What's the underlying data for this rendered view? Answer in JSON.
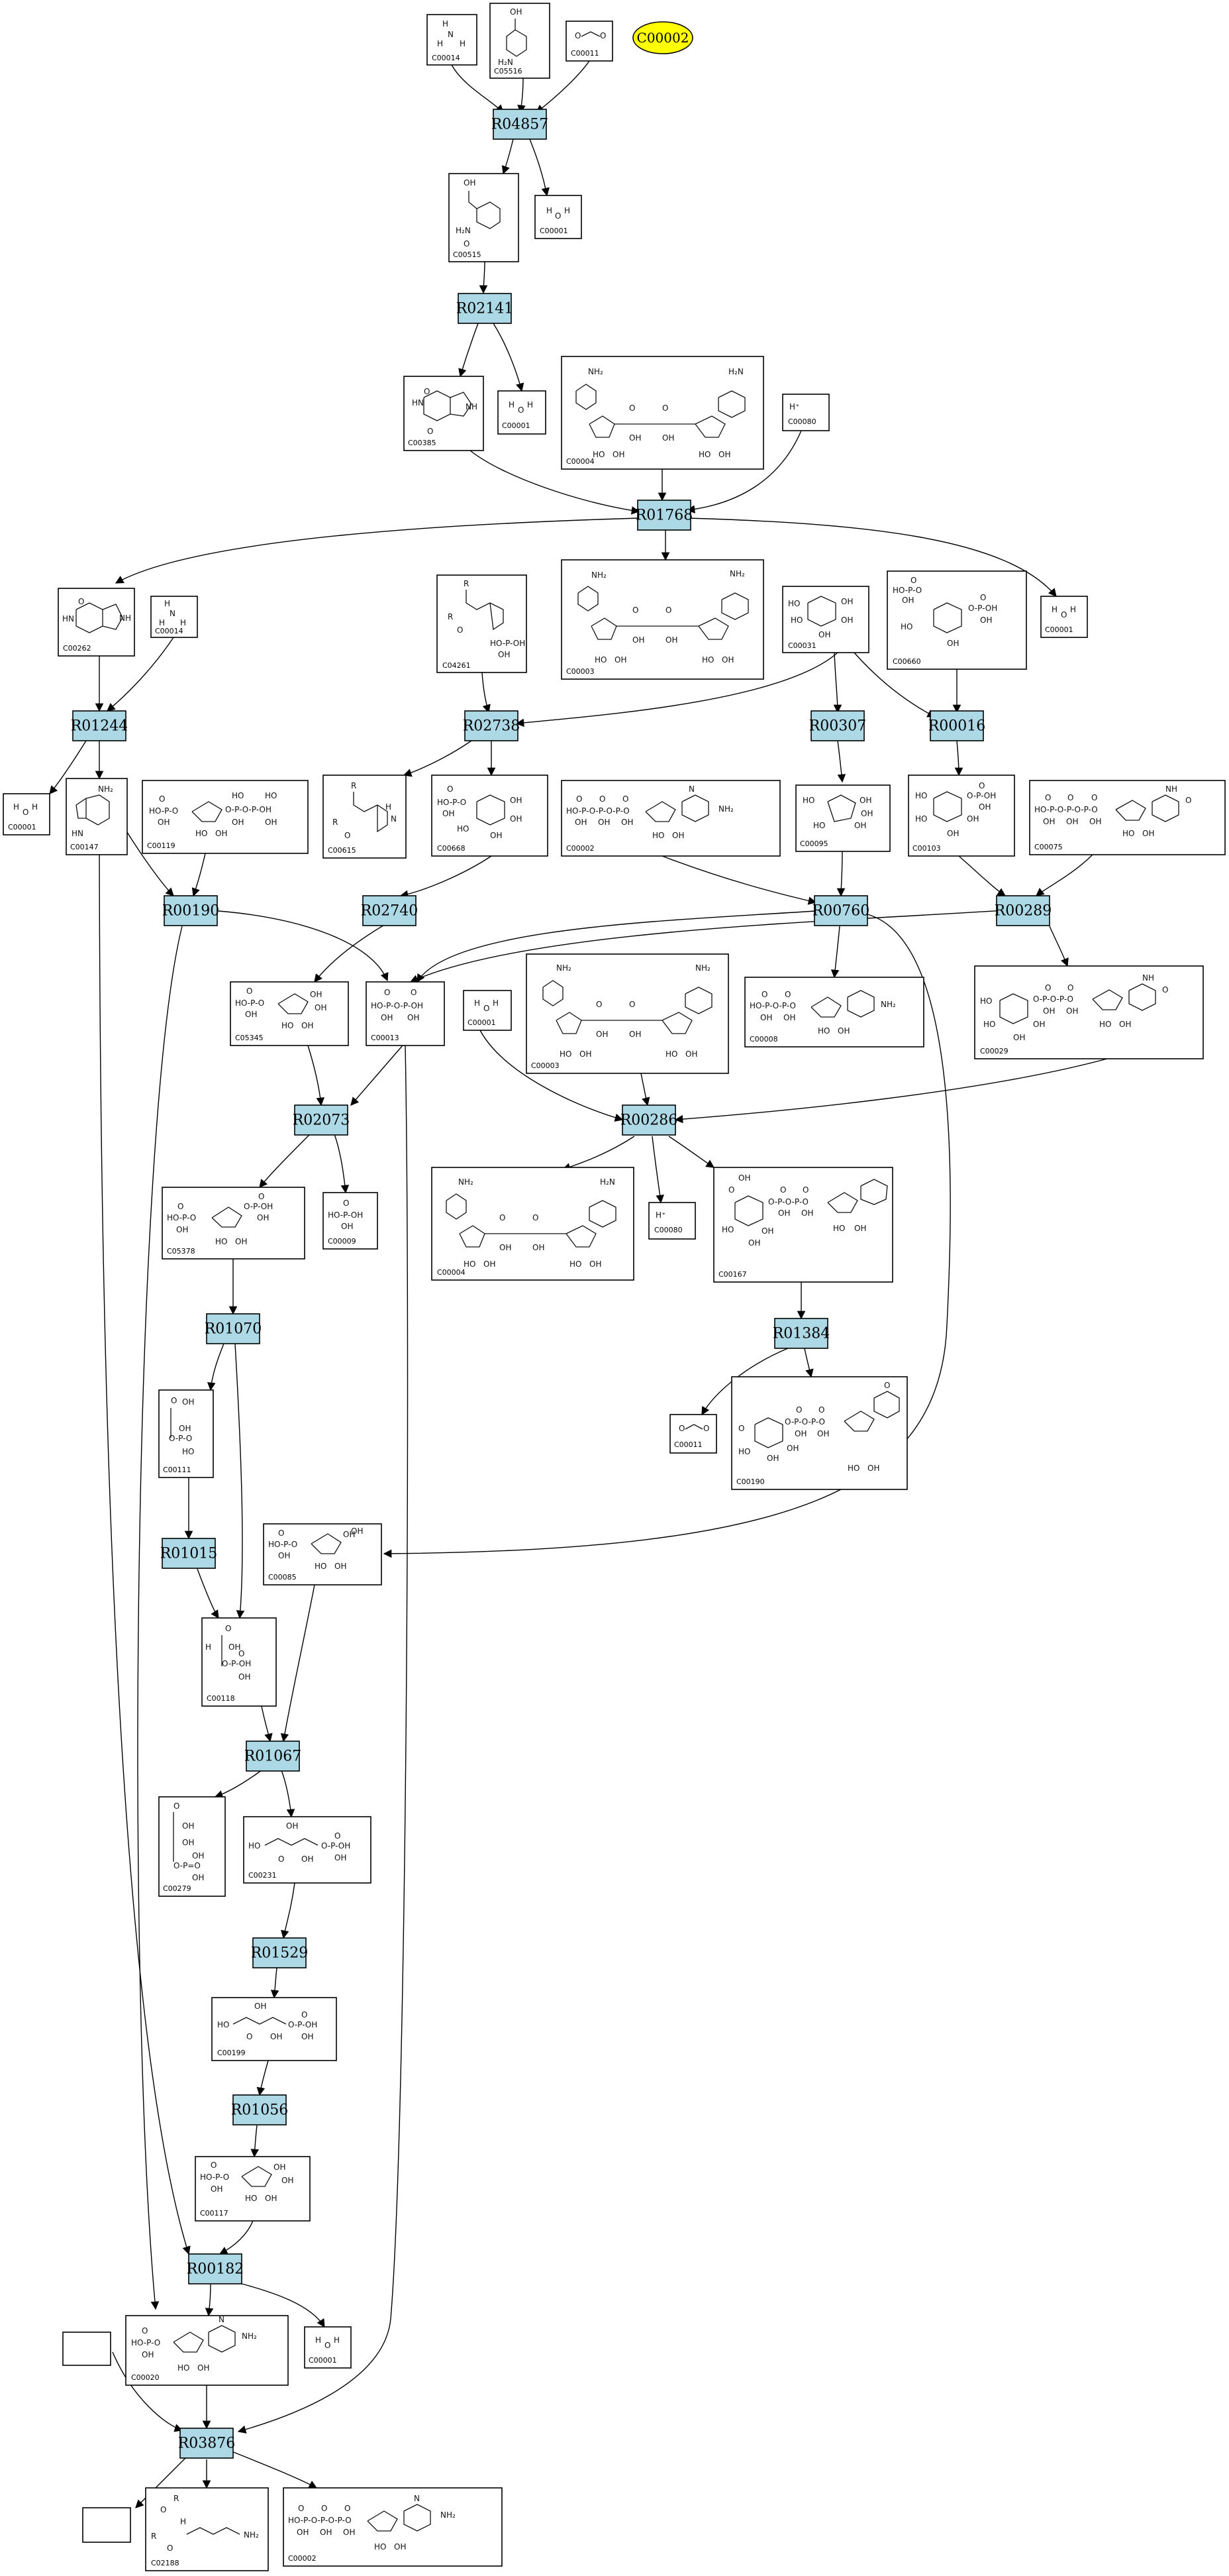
{
  "highlight_color": "#ffff00",
  "reaction_color": "#add8e6",
  "special_node": {
    "id": "sp1",
    "label": "C00002"
  },
  "reactions": [
    {
      "id": "r1",
      "label": "R04857"
    },
    {
      "id": "r2",
      "label": "R02141"
    },
    {
      "id": "r3",
      "label": "R01768"
    },
    {
      "id": "r4",
      "label": "R01244"
    },
    {
      "id": "r5",
      "label": "R02738"
    },
    {
      "id": "r6",
      "label": "R00307"
    },
    {
      "id": "r7",
      "label": "R00016"
    },
    {
      "id": "r8",
      "label": "R00190"
    },
    {
      "id": "r9",
      "label": "R02740"
    },
    {
      "id": "r10",
      "label": "R00760"
    },
    {
      "id": "r11",
      "label": "R00289"
    },
    {
      "id": "r12",
      "label": "R02073"
    },
    {
      "id": "r13",
      "label": "R00286"
    },
    {
      "id": "r14",
      "label": "R01070"
    },
    {
      "id": "r15",
      "label": "R01384"
    },
    {
      "id": "r16",
      "label": "R01015"
    },
    {
      "id": "r17",
      "label": "R01067"
    },
    {
      "id": "r18",
      "label": "R01529"
    },
    {
      "id": "r19",
      "label": "R01056"
    },
    {
      "id": "r20",
      "label": "R00182"
    },
    {
      "id": "r21",
      "label": "R03876"
    }
  ],
  "compounds": [
    {
      "id": "c1",
      "label": "C00014"
    },
    {
      "id": "c2",
      "label": "C05516"
    },
    {
      "id": "c3",
      "label": "C00011"
    },
    {
      "id": "c4",
      "label": "C00515"
    },
    {
      "id": "c5",
      "label": "C00001"
    },
    {
      "id": "c6",
      "label": "C00385"
    },
    {
      "id": "c7",
      "label": "C00001"
    },
    {
      "id": "c8",
      "label": "C00004"
    },
    {
      "id": "c9",
      "label": "C00080"
    },
    {
      "id": "c10",
      "label": "C00262"
    },
    {
      "id": "c11",
      "label": "C00014"
    },
    {
      "id": "c12",
      "label": "C04261"
    },
    {
      "id": "c13",
      "label": "C00003"
    },
    {
      "id": "c14",
      "label": "C00031"
    },
    {
      "id": "c15",
      "label": "C00660"
    },
    {
      "id": "c16",
      "label": "C00001"
    },
    {
      "id": "c17",
      "label": "C00001"
    },
    {
      "id": "c18",
      "label": "C00147"
    },
    {
      "id": "c19",
      "label": "C00119"
    },
    {
      "id": "c20",
      "label": "C00615"
    },
    {
      "id": "c21",
      "label": "C00668"
    },
    {
      "id": "c22",
      "label": "C00002"
    },
    {
      "id": "c23",
      "label": "C00095"
    },
    {
      "id": "c24",
      "label": "C00103"
    },
    {
      "id": "c25",
      "label": "C00075"
    },
    {
      "id": "c26",
      "label": "C05345"
    },
    {
      "id": "c27",
      "label": "C00013"
    },
    {
      "id": "c28",
      "label": "C00001"
    },
    {
      "id": "c29",
      "label": "C00003"
    },
    {
      "id": "c30",
      "label": "C00008"
    },
    {
      "id": "c31",
      "label": "C00029"
    },
    {
      "id": "c32",
      "label": "C05378"
    },
    {
      "id": "c33",
      "label": "C00009"
    },
    {
      "id": "c34",
      "label": "C00004"
    },
    {
      "id": "c35",
      "label": "C00080"
    },
    {
      "id": "c36",
      "label": "C00167"
    },
    {
      "id": "c37",
      "label": "C00111"
    },
    {
      "id": "c38",
      "label": "C00011"
    },
    {
      "id": "c39",
      "label": "C00190"
    },
    {
      "id": "c40",
      "label": "C00085"
    },
    {
      "id": "c41",
      "label": "C00118"
    },
    {
      "id": "c42",
      "label": "C00279"
    },
    {
      "id": "c43",
      "label": "C00231"
    },
    {
      "id": "c44",
      "label": "C00199"
    },
    {
      "id": "c45",
      "label": "C00117"
    },
    {
      "id": "c46",
      "label": "C00020"
    },
    {
      "id": "c47",
      "label": "C00001"
    },
    {
      "id": "c48",
      "label": ""
    },
    {
      "id": "c49",
      "label": ""
    },
    {
      "id": "c50",
      "label": "C02188"
    },
    {
      "id": "c51",
      "label": "C00002"
    }
  ]
}
